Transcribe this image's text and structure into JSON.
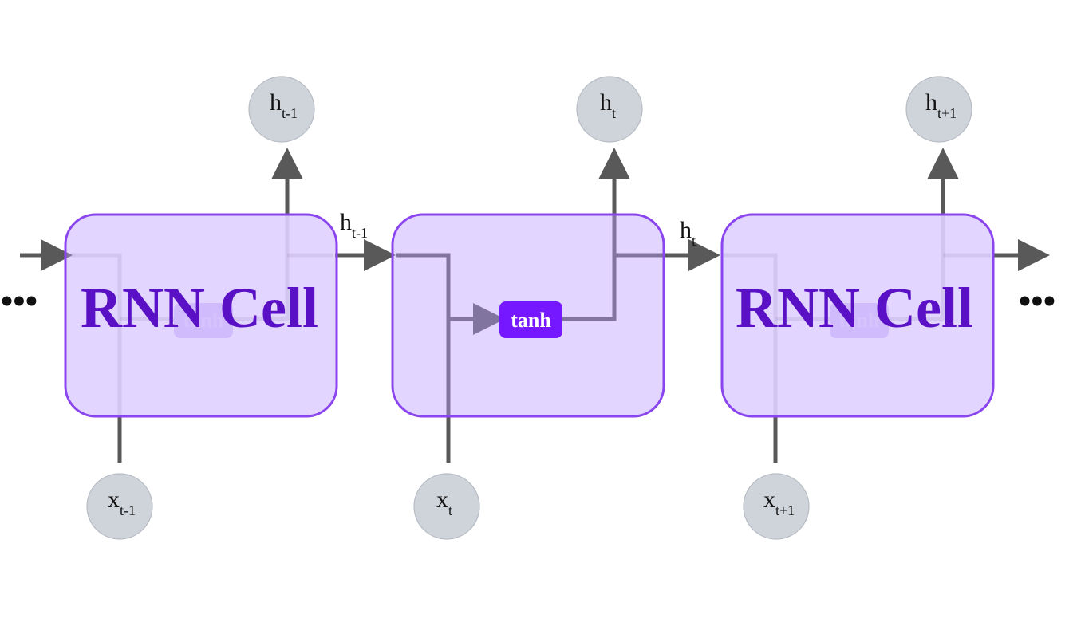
{
  "diagram": {
    "outputs": [
      {
        "main": "h",
        "sub": "t-1"
      },
      {
        "main": "h",
        "sub": "t"
      },
      {
        "main": "h",
        "sub": "t+1"
      }
    ],
    "inputs": [
      {
        "main": "x",
        "sub": "t-1"
      },
      {
        "main": "x",
        "sub": "t"
      },
      {
        "main": "x",
        "sub": "t+1"
      }
    ],
    "edge_labels": [
      {
        "main": "h",
        "sub": "t-1"
      },
      {
        "main": "h",
        "sub": "t"
      }
    ],
    "cell_labels": {
      "left": "RNN Cell",
      "right": "RNN Cell"
    },
    "activation_label": "tanh",
    "ghost_activation_label": "tanh",
    "ellipsis": "•••",
    "colors": {
      "cell_fill": "#d9c9ff",
      "cell_border": "#8a45ee",
      "cell_label": "#5a10c4",
      "activation_fill": "#7618ff",
      "node_fill": "#cfd3da",
      "wire": "#595959"
    }
  }
}
